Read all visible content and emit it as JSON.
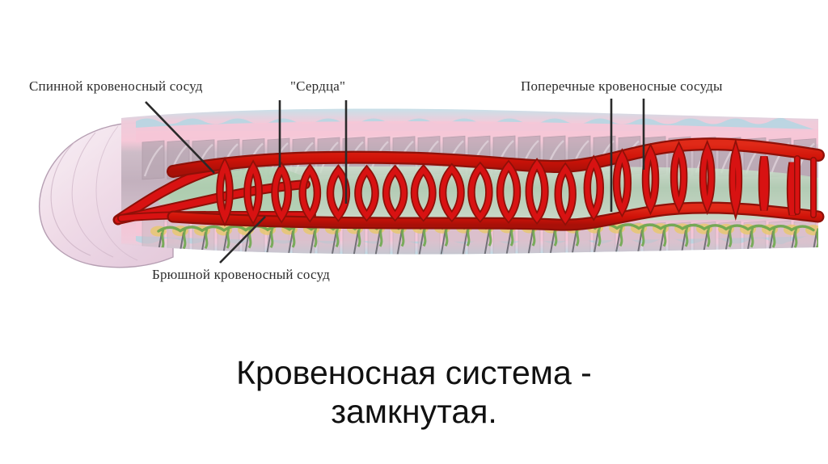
{
  "diagram": {
    "title_caption_line1": "Кровеносная система -",
    "title_caption_line2": "замкнутая.",
    "labels": {
      "dorsal_vessel": "Спинной кровеносный сосуд",
      "hearts": "\"Сердца\"",
      "transverse_vessels": "Поперечные кровеносные сосуды",
      "ventral_vessel": "Брюшной кровеносный сосуд"
    },
    "parts": {
      "head": "prostomium-head-lobe",
      "cuticle": "cuticle-outer-layer",
      "epidermis": "epidermis-pink-layer",
      "muscle": "segmented-muscle-blocks",
      "gut": "intestine-green",
      "nerve_cord": "ventral-nerve-cord",
      "ganglia": "segmental-ganglia",
      "setae": "setae-bristles",
      "dorsal_vessel": "dorsal-blood-vessel",
      "ventral_vessel": "ventral-blood-vessel",
      "hearts": "lateral-hearts-rings",
      "transverse_vessels": "transverse-blood-vessels"
    },
    "colors": {
      "blood_red": "#d81212",
      "blood_red_dark": "#8e1008",
      "cuticle_blue": "#b6d6e2",
      "epidermis_pink": "#f6c6d7",
      "muscle_mauve": "#b7a5b1",
      "muscle_mauve_light": "#cbbcc6",
      "gut_green": "#b2d3b4",
      "ganglion_yellow": "#e8c86a",
      "nerve_green": "#6fa84f",
      "head_pink": "#f0dbe6",
      "label_text": "#2c2c2c",
      "caption_text": "#111111",
      "background": "#ffffff"
    },
    "counts": {
      "heart_rings": 21,
      "leader_lines": 6
    }
  }
}
